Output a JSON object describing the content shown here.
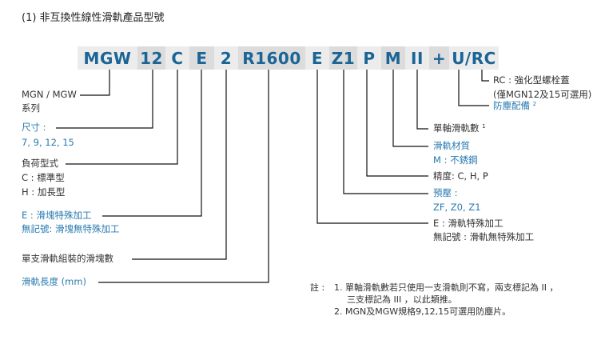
{
  "title": "(1) 非互換性線性滑軌產品型號",
  "code_segments": [
    {
      "id": "series",
      "text": "MGW",
      "shade": "light"
    },
    {
      "id": "size",
      "text": "12",
      "shade": "dark"
    },
    {
      "id": "load",
      "text": "C",
      "shade": "light"
    },
    {
      "id": "block-e",
      "text": "E",
      "shade": "dark"
    },
    {
      "id": "blocks",
      "text": "2",
      "shade": "light"
    },
    {
      "id": "length",
      "text": "R1600",
      "shade": "dark"
    },
    {
      "id": "rail-e",
      "text": "E",
      "shade": "light"
    },
    {
      "id": "preload",
      "text": "Z1",
      "shade": "dark"
    },
    {
      "id": "precision",
      "text": "P",
      "shade": "light"
    },
    {
      "id": "material",
      "text": "M",
      "shade": "dark"
    },
    {
      "id": "rails",
      "text": "II",
      "shade": "light"
    },
    {
      "id": "plus",
      "text": "+",
      "shade": "dark"
    },
    {
      "id": "dust",
      "text": "U/RC",
      "shade": "light"
    }
  ],
  "left_labels": {
    "series": {
      "line1": "MGN / MGW",
      "line2": "系列"
    },
    "size": {
      "line1": "尺寸 :",
      "line2": "7, 9, 12, 15"
    },
    "load": {
      "line1": "負荷型式",
      "line2": "C : 標準型",
      "line3": "H : 加長型"
    },
    "block_e": {
      "line1": "E : 滑塊特殊加工",
      "line2": "無記號: 滑塊無特殊加工"
    },
    "blocks": {
      "line1": "單支滑軌組裝的滑塊數"
    },
    "length": {
      "line1": "滑軌長度 (mm)"
    }
  },
  "right_labels": {
    "rc": {
      "line1": "RC : 強化型螺栓蓋",
      "line2": "(僅MGN12及15可選用)"
    },
    "dust": {
      "line1": "防塵配備",
      "sup": "2"
    },
    "rails": {
      "line1": "單軸滑軌數",
      "sup": "1"
    },
    "material": {
      "line1": "滑軌材質",
      "line2": "M : 不銹鋼"
    },
    "precision": {
      "line1": "精度: C, H, P"
    },
    "preload": {
      "line1": "預壓 :",
      "line2": "ZF, Z0, Z1"
    },
    "rail_e": {
      "line1": "E : 滑軌特殊加工",
      "line2": "無記號 : 滑軌無特殊加工"
    }
  },
  "notes": {
    "label": "註 :",
    "n1_line1": "1. 單軸滑軌數若只使用一支滑軌則不寫，兩支標記為 II ，",
    "n1_line2": "三支標記為 III ，以此類推。",
    "n2": "2. MGN及MGW規格9,12,15可選用防塵片。"
  },
  "colors": {
    "code_text": "#1a6496",
    "blue_text": "#2a7ab0",
    "light_bg": "#ececec",
    "dark_bg": "#dcdcdc"
  }
}
